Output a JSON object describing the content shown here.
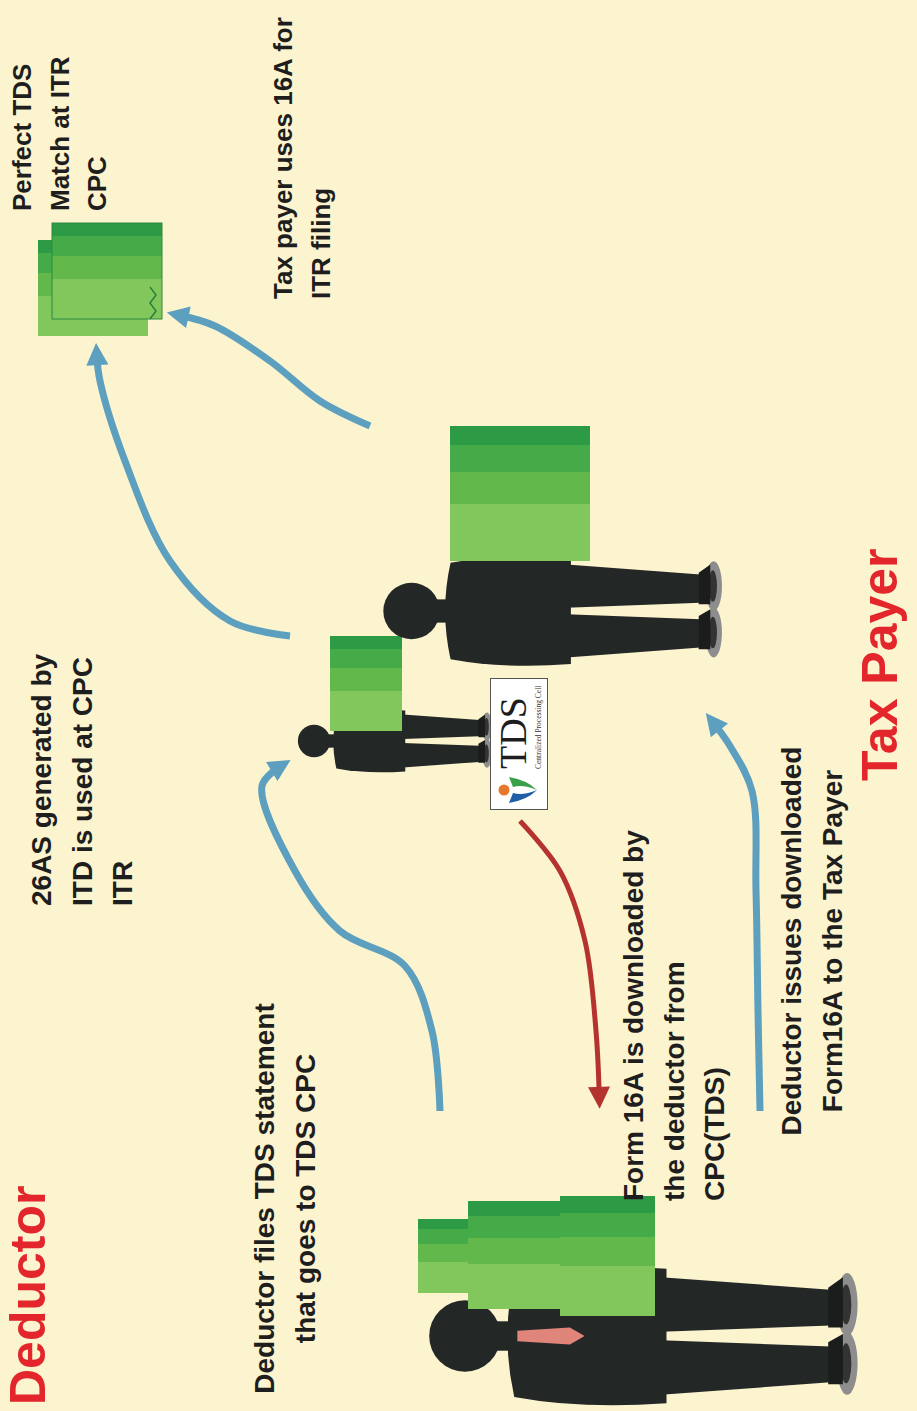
{
  "diagram": {
    "nodes": [
      {
        "text": [
          "Deductor"
        ]
      },
      {
        "text": [
          "TDS",
          "Centralized Processing Cell"
        ]
      },
      {
        "text": [
          "Perfect TDS Match at ITR CPC"
        ]
      },
      {
        "text": [
          "Tax Payer"
        ]
      }
    ],
    "edges": [
      {
        "from": 0,
        "to": 1,
        "arrow": "to"
      },
      {
        "from": 1,
        "to": 0,
        "arrow": "to"
      },
      {
        "from": 0,
        "to": 3,
        "arrow": "to"
      },
      {
        "from": 1,
        "to": 2,
        "arrow": "to"
      },
      {
        "from": 3,
        "to": 2,
        "arrow": "to"
      }
    ],
    "labels": [
      "Deductor files TDS statement that goes to TDS CPC",
      "26AS generated by ITD is used at CPC ITR",
      "Form 16A is downloaded by the deductor from CPC(TDS)",
      "Deductor issues downloaded Form16A to the Tax Payer",
      "Tax payer uses 16A for ITR filing"
    ]
  }
}
